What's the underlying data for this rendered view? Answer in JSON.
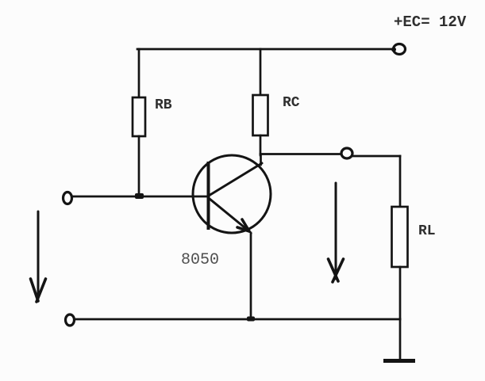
{
  "diagram": {
    "supply_label": "+EC= 12V",
    "resistor_rb_label": "RB",
    "resistor_rc_label": "RC",
    "resistor_rl_label": "RL",
    "transistor_label": "8050"
  },
  "colors": {
    "wire": "#141414",
    "label_text": "#2f2f2f",
    "transistor_text": "#4f4f4f",
    "background": "#fcfcfc"
  }
}
